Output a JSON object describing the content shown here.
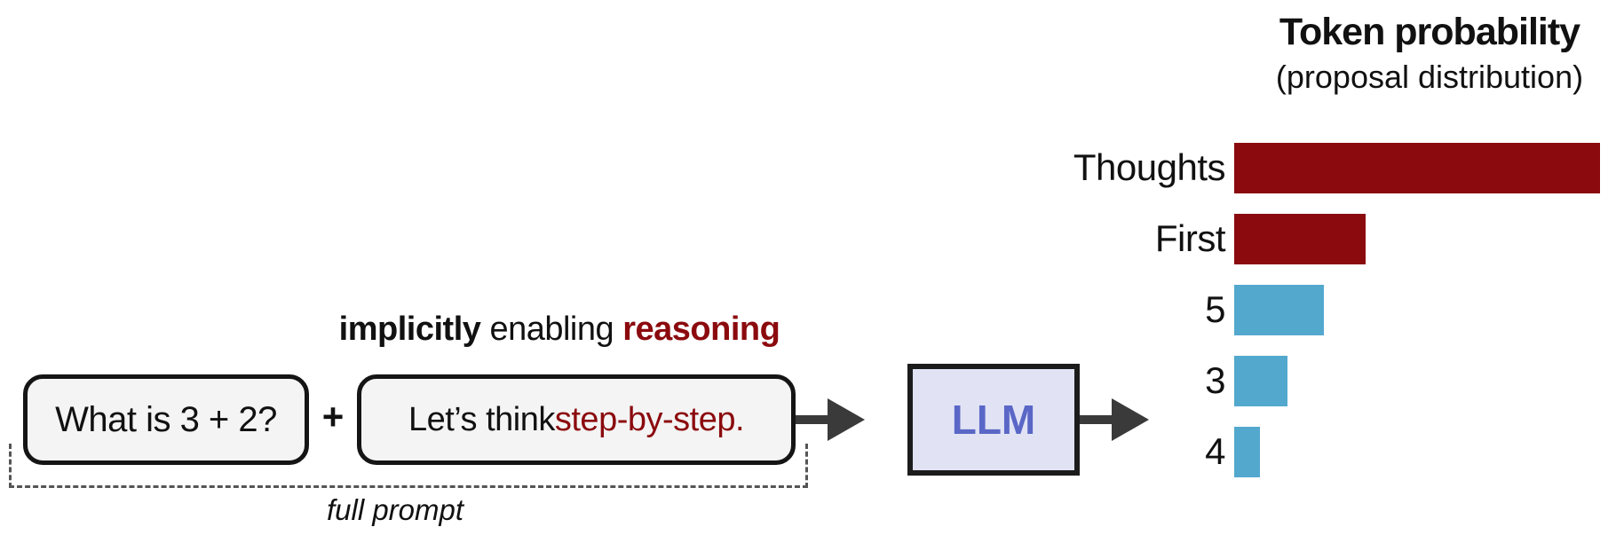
{
  "chart_data": {
    "type": "bar",
    "orientation": "horizontal",
    "title": "Token probability",
    "subtitle": "(proposal distribution)",
    "categories": [
      "Thoughts",
      "First",
      "5",
      "3",
      "4"
    ],
    "values": [
      1.0,
      0.36,
      0.245,
      0.145,
      0.07
    ],
    "value_unit": "relative",
    "bar_colors": [
      "#8b0a0e",
      "#8b0a0e",
      "#53a8ce",
      "#53a8ce",
      "#53a8ce"
    ],
    "xlabel": "",
    "ylabel": ""
  },
  "prompt": {
    "caption_part1": "implicitly",
    "caption_part2": " enabling ",
    "caption_part3": "reasoning",
    "question": "What is 3 + 2?",
    "plus": "+",
    "cot_prefix": "Let’s think ",
    "cot_highlight": "step-by-step.",
    "bracket_label": "full prompt"
  },
  "model": {
    "label": "LLM"
  },
  "colors": {
    "reasoning_red": "#8b0a0e",
    "answer_blue": "#53a8ce",
    "llm_text": "#5a67c6",
    "llm_fill": "#e1e3f5",
    "box_fill": "#f4f4f4",
    "arrow": "#3a3a3a"
  }
}
